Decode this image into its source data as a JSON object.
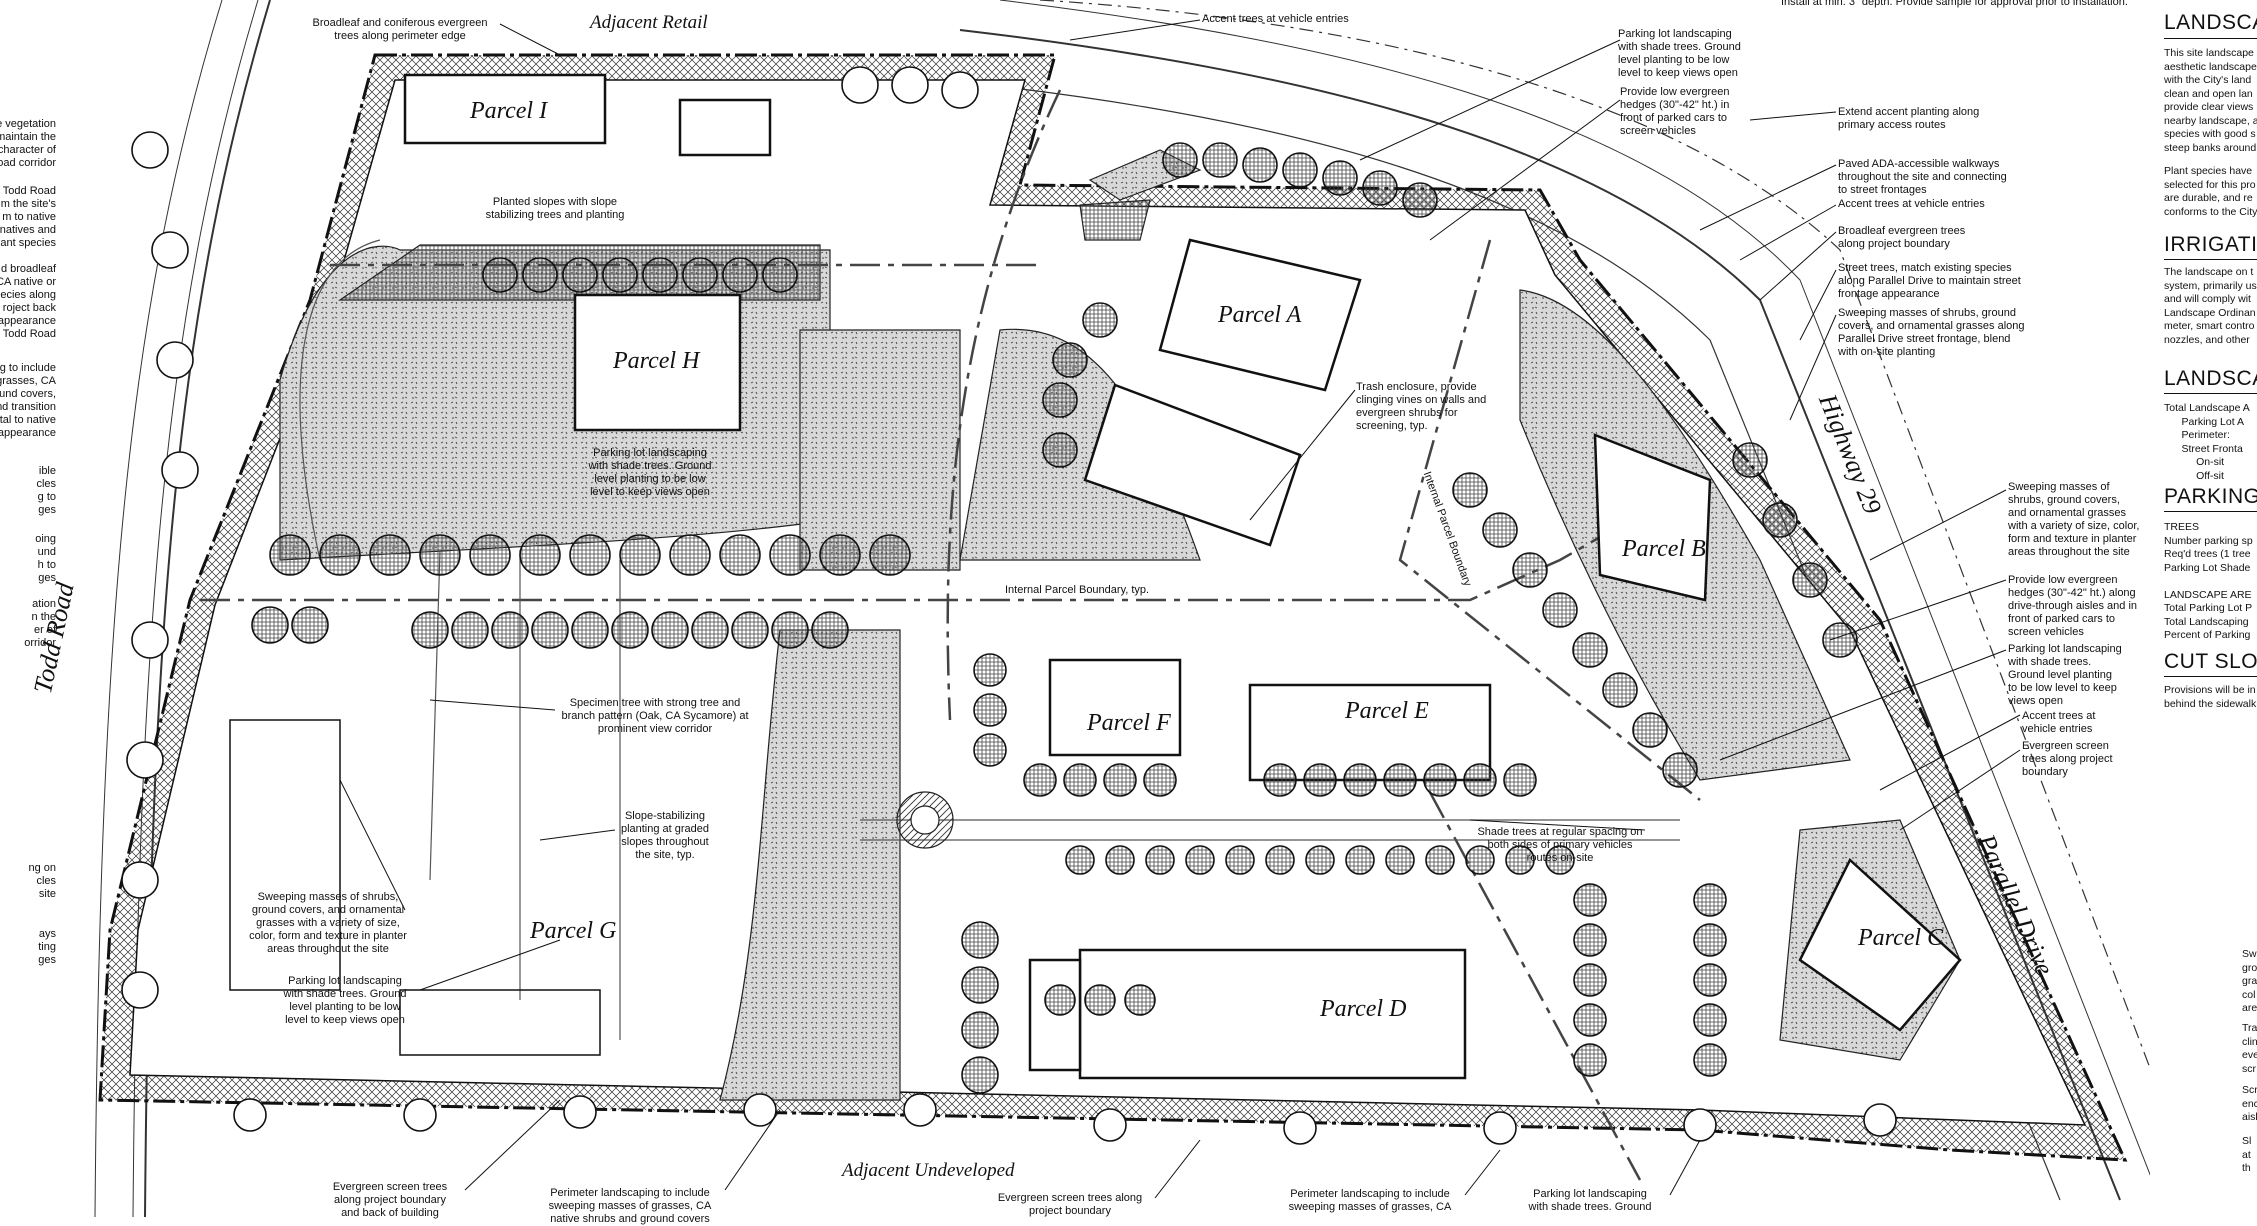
{
  "parcels": {
    "A": "Parcel A",
    "B": "Parcel B",
    "C": "Parcel C",
    "D": "Parcel D",
    "E": "Parcel E",
    "F": "Parcel F",
    "G": "Parcel G",
    "H": "Parcel H",
    "I": "Parcel I"
  },
  "edges": {
    "adjacent_retail": "Adjacent Retail",
    "adjacent_undeveloped": "Adjacent Undeveloped",
    "todd_road": "Todd Road",
    "highway_29": "Highway 29",
    "parallel_drive": "Parallel Drive",
    "internal_boundary_h": "Internal Parcel Boundary, typ.",
    "internal_boundary_v": "Internal Parcel Boundary"
  },
  "top_note": "Install at min. 3\" depth.  Provide sample for approval prior to installation.",
  "callouts": {
    "broadleaf_perimeter": "Broadleaf and coniferous evergreen\ntrees along perimeter edge",
    "accent_entries_top": "Accent trees at vehicle entries",
    "planted_slopes": "Planted slopes with slope\nstabilizing trees and planting",
    "parking_h": "Parking lot landscaping\nwith shade trees. Ground\nlevel planting to be low\nlevel to keep views open",
    "parking_top_right": "Parking lot landscaping\nwith shade trees. Ground\nlevel planting to be low\nlevel to keep views open",
    "hedges_top": "Provide low evergreen\nhedges (30\"-42\" ht.) in\nfront of parked cars to\nscreen vehicles",
    "extend_accent": "Extend accent planting along\nprimary access routes",
    "paved_ada": "Paved ADA-accessible walkways\nthroughout the site and connecting\nto street frontages",
    "accent_entries_right": "Accent trees at vehicle entries",
    "broadleaf_boundary": "Broadleaf evergreen trees\nalong project boundary",
    "street_trees": "Street trees, match existing species\nalong Parallel Drive to maintain street\nfrontage appearance",
    "sweeping_parallel": "Sweeping masses of shrubs, ground\ncovers, and ornamental grasses along\nParallel Drive street frontage, blend\nwith on-site planting",
    "trash_enclosure": "Trash enclosure, provide\nclinging vines on walls and\nevergreen shrubs for\nscreening, typ.",
    "sweeping_b": "Sweeping masses of\nshrubs, ground covers,\nand ornamental grasses\nwith a variety of size, color,\nform and texture in planter\nareas throughout the site",
    "hedges_b": "Provide low evergreen\nhedges (30\"-42\" ht.) along\ndrive-through aisles and in\nfront of parked cars to\nscreen vehicles",
    "parking_b": "Parking lot landscaping\nwith shade trees.\nGround level planting\nto be low level to keep\nviews open",
    "accent_entries_b": "Accent trees at\nvehicle entries",
    "evergreen_screen_b": "Evergreen screen\ntrees along project\nboundary",
    "specimen_tree": "Specimen tree with strong tree and\nbranch pattern (Oak, CA Sycamore) at\nprominent view corridor",
    "slope_stabilizing": "Slope-stabilizing\nplanting at graded\nslopes throughout\nthe site, typ.",
    "shade_trees_routes": "Shade trees at regular spacing on\nboth sides of primary vehicles\nroutes on-site",
    "sweeping_g": "Sweeping masses of shrubs,\nground covers, and ornamental\ngrasses with a variety of size,\ncolor, form and texture in planter\nareas throughout the site",
    "parking_g": "Parking lot landscaping\nwith shade trees. Ground\nlevel planting to be low\nlevel to keep views open",
    "evergreen_bottom_left": "Evergreen screen trees\nalong  project boundary\nand back of building",
    "perimeter_bottom_1": "Perimeter landscaping to include\nsweeping masses of grasses, CA\nnative shrubs and ground covers",
    "evergreen_bottom_mid": "Evergreen screen trees along\nproject boundary",
    "perimeter_bottom_2": "Perimeter landscaping to include\nsweeping masses of grasses, CA",
    "parking_bottom": "Parking lot landscaping\nwith shade trees. Ground"
  },
  "left_fragments": [
    "e vegetation\no maintain the\ncharacter of\noad corridor",
    "Todd Road\nm the site's\nm to native\nnatives and\nant species",
    "d broadleaf\nCA native or\npecies along\nroject back\nappearance\nTodd Road",
    "ng to include\ngrasses, CA\nound covers,\nnd transition\ntal to native\nappearance",
    "ible\ncles\ng to\nges",
    "oing\nund\nh to\nges",
    "ation\nn the\ner of\norridor",
    "ng on\ncles\nsite",
    "ays\nting\nges"
  ],
  "right_fragments": [
    "Sw\ngro\ngra\ncol\nare",
    "Tra\nclin\neve\nscr",
    "Scr\nenc\naisl",
    "Sl\nat\nth"
  ],
  "sidebar": {
    "landscape_title": "LANDSCA",
    "landscape_text": "This site landscape\naesthetic landscape\nwith the City's land\nclean and open lan\nprovide clear views\nnearby landscape, a\nspecies with good s\nsteep banks around",
    "plant_text": "Plant species have\nselected for this pro\nare durable, and re\nconforms to the City",
    "irrigation_title": "IRRIGATIO",
    "irrigation_text": "The landscape on t\nsystem, primarily us\nand will comply wit\nLandscape Ordinan\nmeter, smart contro\nnozzles, and other",
    "landscape_area_title": "LANDSCA",
    "landscape_area_text": "Total Landscape A\n      Parking Lot A\n      Perimeter:\n      Street Fronta\n           On-sit\n           Off-sit",
    "parking_title": "PARKING",
    "parking_text": "TREES\nNumber parking sp\nReq'd trees (1 tree\nParking Lot Shade\n\nLANDSCAPE ARE\nTotal Parking Lot P\nTotal Landscaping\nPercent of Parking",
    "cut_title": "CUT SLO",
    "cut_text": "Provisions will be in\nbehind the sidewalk"
  }
}
